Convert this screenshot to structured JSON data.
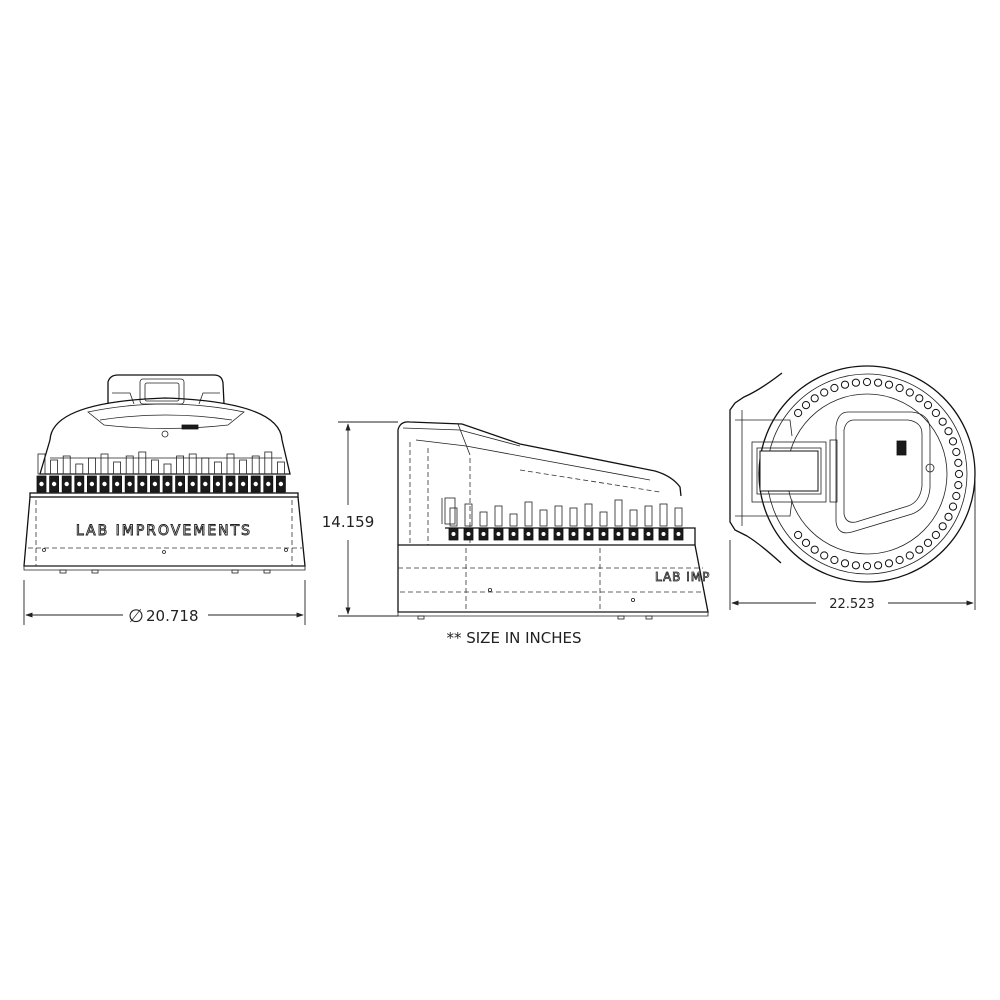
{
  "front_view": {
    "brand_text": "LAB IMPROVEMENTS",
    "diameter_symbol": "∅",
    "diameter_value": "20.718"
  },
  "side_view": {
    "brand_text": "LAB IMP",
    "height_value": "14.159",
    "note": "** SIZE IN INCHES"
  },
  "top_view": {
    "length_value": "22.523"
  }
}
